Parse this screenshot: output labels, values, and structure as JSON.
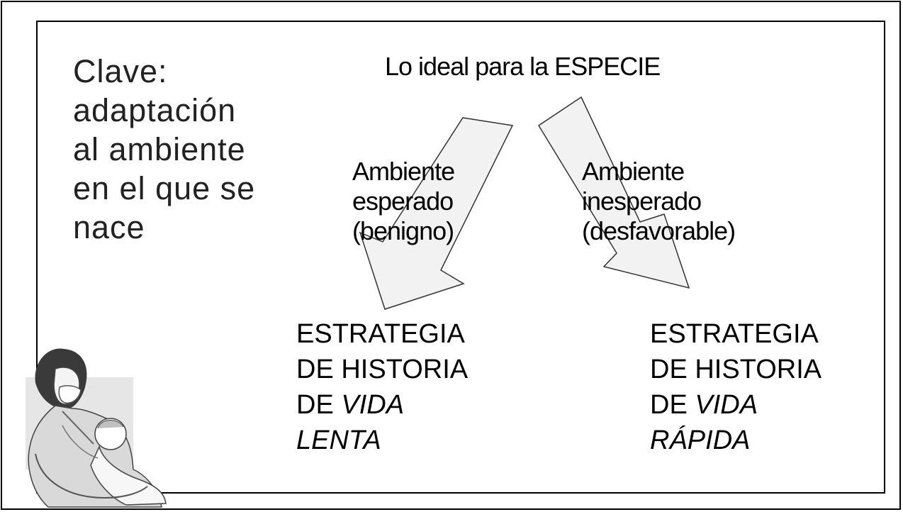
{
  "key": {
    "lines": [
      "Clave:",
      "adaptación",
      "al ambiente",
      "en el que se",
      "nace"
    ]
  },
  "top_label": "Lo ideal para la ESPECIE",
  "environments": {
    "expected": [
      "Ambiente",
      "esperado",
      "(benigno)"
    ],
    "unexpected": [
      "Ambiente",
      "inesperado",
      "(desfavorable)"
    ]
  },
  "strategies": {
    "slow": {
      "lines": [
        "ESTRATEGIA",
        "DE HISTORIA",
        "DE "
      ],
      "emphasis": "VIDA",
      "last": "LENTA"
    },
    "fast": {
      "lines": [
        "ESTRATEGIA",
        "DE HISTORIA",
        "DE "
      ],
      "emphasis": "VIDA",
      "last": "RÁPIDA"
    }
  },
  "colors": {
    "arrow_fill": "#f2f2f2",
    "arrow_stroke": "#333333",
    "text": "#000000"
  }
}
